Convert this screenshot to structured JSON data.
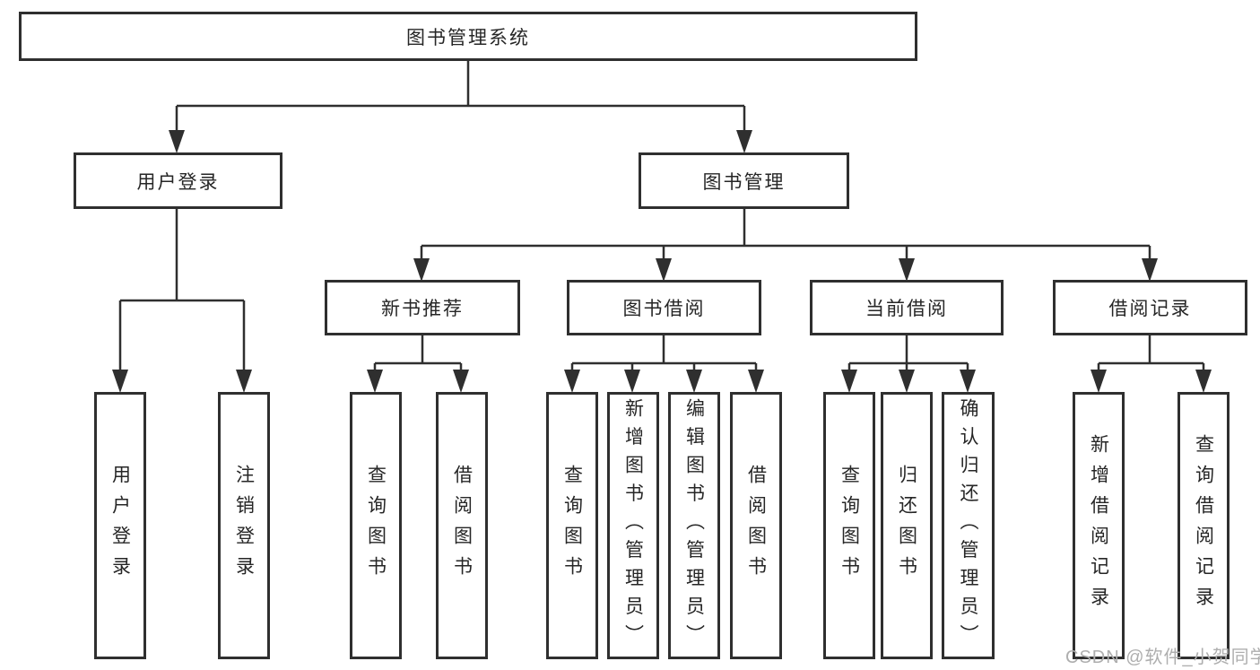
{
  "diagram": {
    "type": "tree",
    "title": "图书管理系统",
    "nodes": {
      "root": {
        "label": "图书管理系统"
      },
      "user_login": {
        "label": "用户登录"
      },
      "book_mgmt": {
        "label": "图书管理"
      },
      "new_book_rec": {
        "label": "新书推荐"
      },
      "book_borrow": {
        "label": "图书借阅"
      },
      "current_borrow": {
        "label": "当前借阅"
      },
      "borrow_record": {
        "label": "借阅记录"
      },
      "leaf_user_login": {
        "label": "用户登录"
      },
      "leaf_logout": {
        "label": "注销登录"
      },
      "leaf_query_book_a": {
        "label": "查询图书"
      },
      "leaf_borrow_book_a": {
        "label": "借阅图书"
      },
      "leaf_query_book_b": {
        "label": "查询图书"
      },
      "leaf_add_book": {
        "label": "新增图书（管理员）"
      },
      "leaf_edit_book": {
        "label": "编辑图书（管理员）"
      },
      "leaf_borrow_book_b": {
        "label": "借阅图书"
      },
      "leaf_query_book_c": {
        "label": "查询图书"
      },
      "leaf_return_book": {
        "label": "归还图书"
      },
      "leaf_confirm_return": {
        "label": "确认归还（管理员）"
      },
      "leaf_add_record": {
        "label": "新增借阅记录"
      },
      "leaf_query_record": {
        "label": "查询借阅记录"
      }
    },
    "hierarchy": {
      "图书管理系统": {
        "用户登录": [
          "用户登录",
          "注销登录"
        ],
        "图书管理": {
          "新书推荐": [
            "查询图书",
            "借阅图书"
          ],
          "图书借阅": [
            "查询图书",
            "新增图书（管理员）",
            "编辑图书（管理员）",
            "借阅图书"
          ],
          "当前借阅": [
            "查询图书",
            "归还图书",
            "确认归还（管理员）"
          ],
          "借阅记录": [
            "新增借阅记录",
            "查询借阅记录"
          ]
        }
      }
    },
    "watermark": "CSDN @软件_小贺同学",
    "colors": {
      "line": "#2f2f2f",
      "box_border": "#2f2f2f",
      "text": "#262626",
      "background": "#ffffff",
      "watermark": "#aeaeae"
    }
  }
}
